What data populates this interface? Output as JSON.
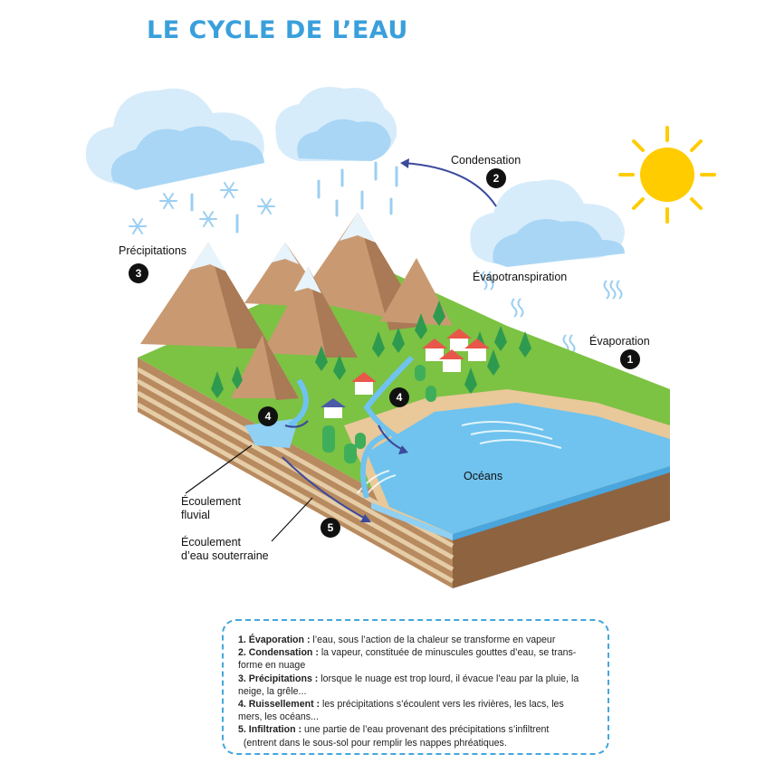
{
  "title": "LE CYCLE DE L’EAU",
  "labels": {
    "condensation": "Condensation",
    "precipitations": "Précipitations",
    "evapotranspiration": "Évapotranspiration",
    "evaporation": "Évaporation",
    "oceans": "Océans",
    "ecoulement_fluvial_1": "Écoulement",
    "ecoulement_fluvial_2": "fluvial",
    "ecoulement_souterrain_1": "Écoulement",
    "ecoulement_souterrain_2": "d’eau souterraine"
  },
  "badges": {
    "b1": "1",
    "b2": "2",
    "b3": "3",
    "b4a": "4",
    "b4b": "4",
    "b5": "5"
  },
  "legend": [
    {
      "term": "1. Évaporation :",
      "l1": " l’eau, sous l’action de la chaleur se transforme en vapeur",
      "l2": ""
    },
    {
      "term": "2. Condensation :",
      "l1": " la vapeur, constituée de minuscules gouttes d’eau, se trans-",
      "l2": "forme en nuage"
    },
    {
      "term": "3. Précipitations :",
      "l1": " lorsque le nuage est trop lourd, il évacue l’eau par la pluie, la",
      "l2": "neige, la grêle..."
    },
    {
      "term": "4. Ruissellement :",
      "l1": " les précipitations s’écoulent vers les rivières, les lacs, les",
      "l2": "mers, les océans..."
    },
    {
      "term": "5. Infiltration :",
      "l1": " une partie de l’eau provenant des précipitations s’infiltrent",
      "l2": "  (entrent dans le sous-sol pour remplir les nappes phréatiques."
    }
  ],
  "colors": {
    "title": "#3aa0dc",
    "cloud": "#cfe7f8",
    "sun": "#ffcc00",
    "grass": "#7cc243",
    "water": "#6fc3ee",
    "mountain": "#c99a72",
    "soil": "#b88a5f",
    "arrow": "#3b4a9c"
  }
}
